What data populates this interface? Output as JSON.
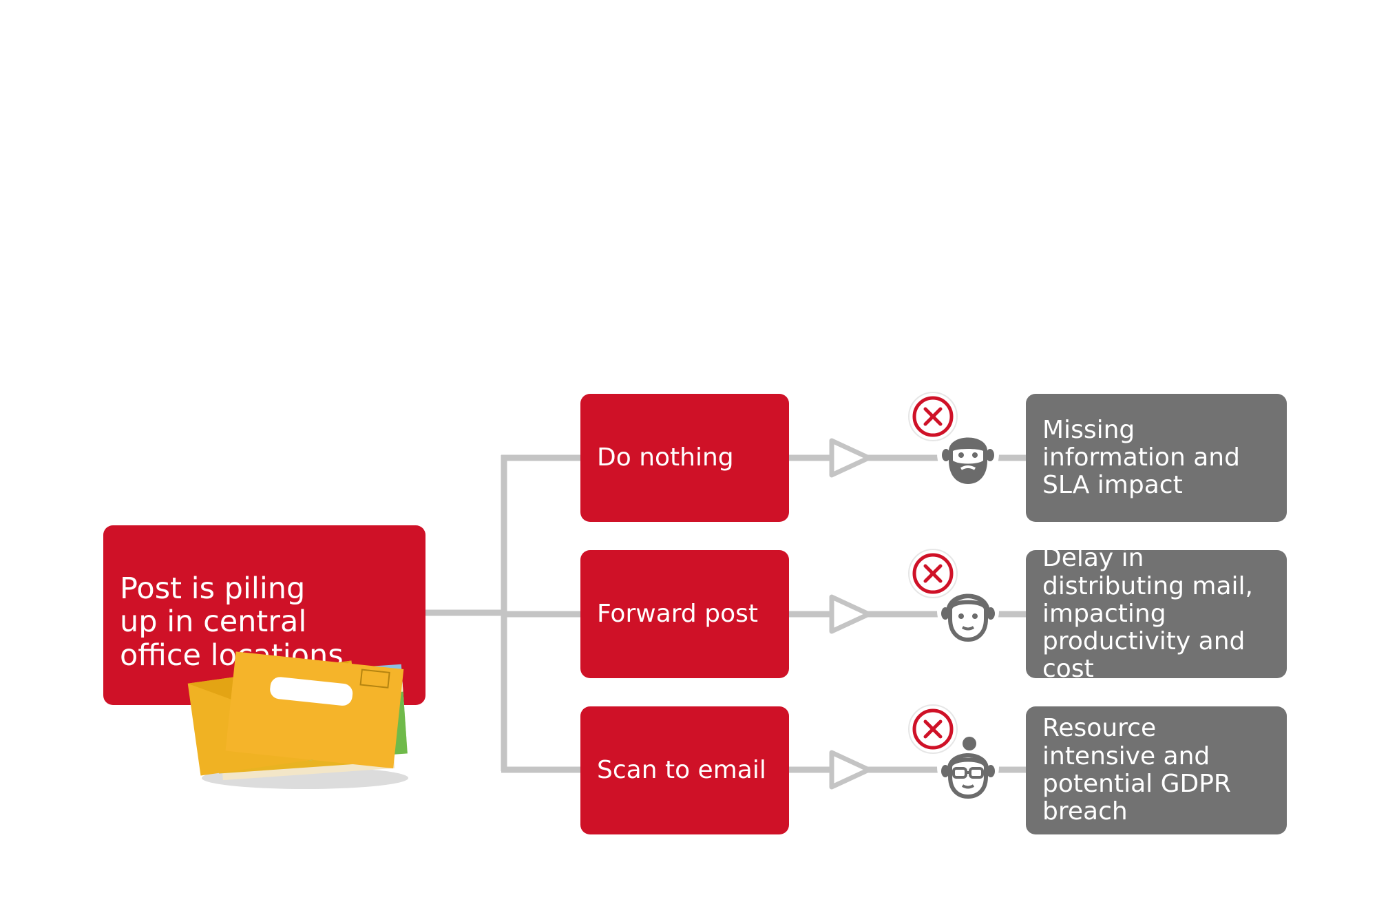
{
  "origin": {
    "label": "Post is piling up in central office locations"
  },
  "actions": [
    {
      "label": "Do nothing"
    },
    {
      "label": "Forward post"
    },
    {
      "label": "Scan to email"
    }
  ],
  "outcomes": [
    {
      "label": "Missing information and SLA impact",
      "person_icon": "bearded-man-icon"
    },
    {
      "label": "Delay in distributing mail, impacting productivity and cost",
      "person_icon": "woman-icon"
    },
    {
      "label": "Resource intensive and potential GDPR breach",
      "person_icon": "woman-with-glasses-icon"
    }
  ],
  "colors": {
    "action_red": "#cf1127",
    "outcome_grey": "#727272",
    "connector_grey": "#c4c4c4",
    "icon_grey": "#6b6b6b"
  },
  "icons": {
    "rejection": "x-circle-icon",
    "arrow": "triangle-arrow-icon",
    "mail": "envelope-pile-icon"
  }
}
